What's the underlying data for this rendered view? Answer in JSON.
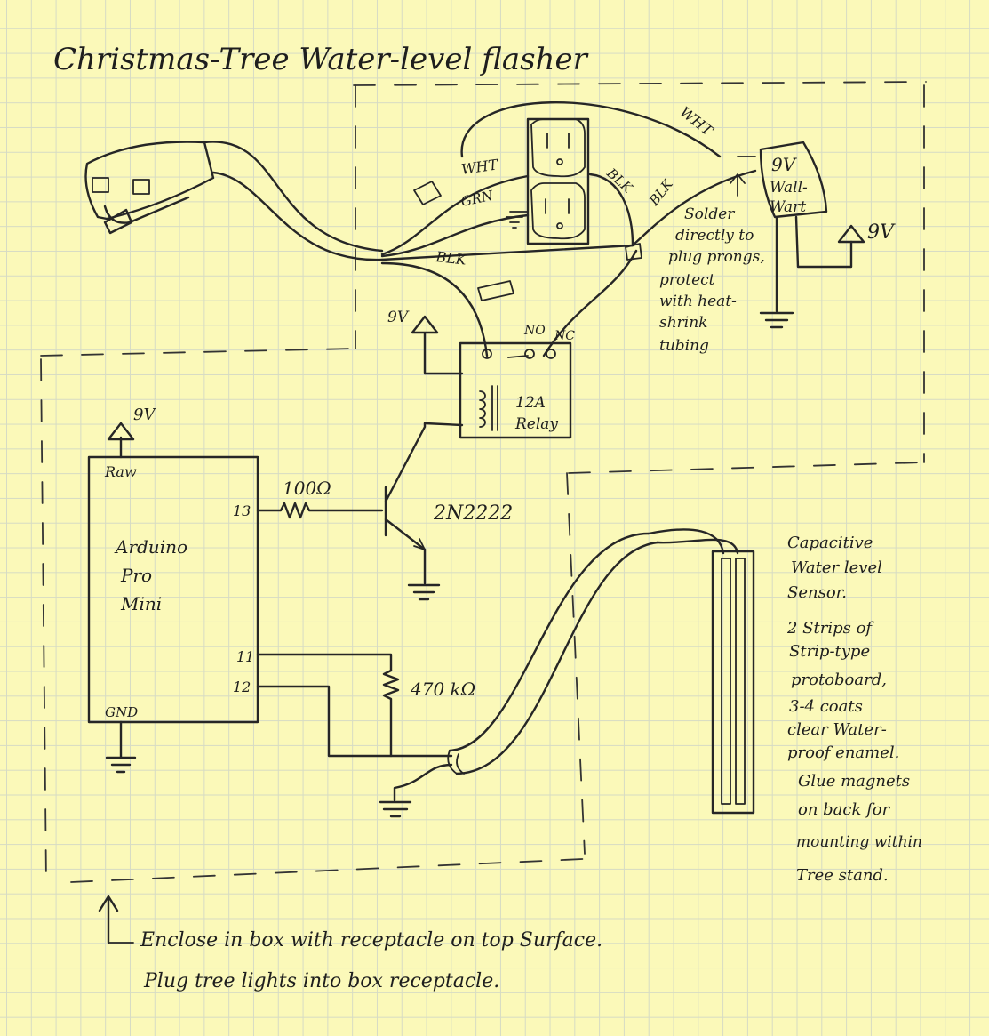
{
  "title": "Christmas-Tree Water-level flasher",
  "wire_labels": {
    "wht_top": "WHT",
    "wht": "WHT",
    "grn": "GRN",
    "blk_outlet": "BLK",
    "blk_wallwart": "BLK",
    "blk_relay": "BLK"
  },
  "wall_wart": {
    "line1": "9V",
    "line2": "Wall-",
    "line3": "Wart"
  },
  "solder_note": [
    "Solder",
    "directly to",
    "plug prongs,",
    "protect",
    "with heat-",
    "shrink",
    "tubing"
  ],
  "supply_labels": {
    "wallwart_out": "9V",
    "relay_coil": "9V",
    "arduino_raw": "9V"
  },
  "relay": {
    "no": "NO",
    "nc": "NC",
    "line1": "12A",
    "line2": "Relay"
  },
  "arduino": {
    "raw": "Raw",
    "name": [
      "Arduino",
      "Pro",
      "Mini"
    ],
    "gnd": "GND",
    "pin13": "13",
    "pin11": "11",
    "pin12": "12"
  },
  "resistor_base": "100Ω",
  "transistor": "2N2222",
  "resistor_sense": "470 kΩ",
  "sensor_note": [
    "Capacitive",
    "Water level",
    "Sensor.",
    "2 Strips of",
    "Strip-type",
    "protoboard,",
    "3-4 coats",
    "clear Water-",
    "proof enamel.",
    "Glue magnets",
    "on back for",
    "mounting within",
    "Tree stand."
  ],
  "footer": [
    "Enclose in box with receptacle on top Surface.",
    "Plug tree lights into box receptacle."
  ],
  "colors": {
    "paper": "#fbf9b9",
    "grid": "#d6dbc4",
    "ink": "#262626"
  }
}
